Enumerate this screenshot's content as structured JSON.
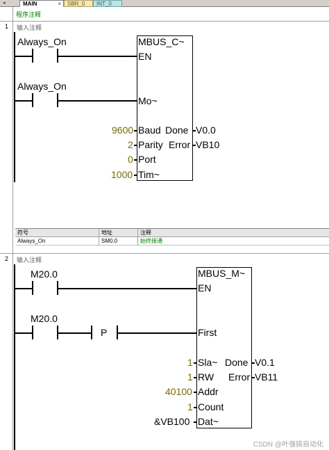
{
  "tabs": {
    "main": "MAIN",
    "close": "×",
    "sbr": "SBR_0",
    "int": "INT_0"
  },
  "program_comment": "程序注释",
  "network1": {
    "number": "1",
    "comment": "输入注释",
    "contact1_label": "Always_On",
    "contact2_label": "Always_On",
    "block_title": "MBUS_C~",
    "pin_en": "EN",
    "pin_mode": "Mo~",
    "pin_baud": "Baud",
    "pin_parity": "Parity",
    "pin_port": "Port",
    "pin_timeout": "Tim~",
    "pin_done": "Done",
    "pin_error": "Error",
    "baud_value": "9600",
    "parity_value": "2",
    "port_value": "0",
    "timeout_value": "1000",
    "done_value": "V0.0",
    "error_value": "VB10"
  },
  "symbol_table": {
    "headers": [
      "符号",
      "地址",
      "注释"
    ],
    "rows": [
      [
        "Always_On",
        "SM0.0",
        "始终接通"
      ]
    ]
  },
  "network2": {
    "number": "2",
    "comment": "输入注释",
    "contact1_label": "M20.0",
    "contact2_label": "M20.0",
    "p_contact": "P",
    "block_title": "MBUS_M~",
    "pin_en": "EN",
    "pin_first": "First",
    "pin_slave": "Sla~",
    "pin_rw": "RW",
    "pin_addr": "Addr",
    "pin_count": "Count",
    "pin_data": "Dat~",
    "pin_done": "Done",
    "pin_error": "Error",
    "slave_value": "1",
    "rw_value": "1",
    "addr_value": "40100",
    "count_value": "1",
    "data_value": "&VB100",
    "done_value": "V0.1",
    "error_value": "VB11"
  },
  "watermark": "CSDN @叶强搞自动化"
}
